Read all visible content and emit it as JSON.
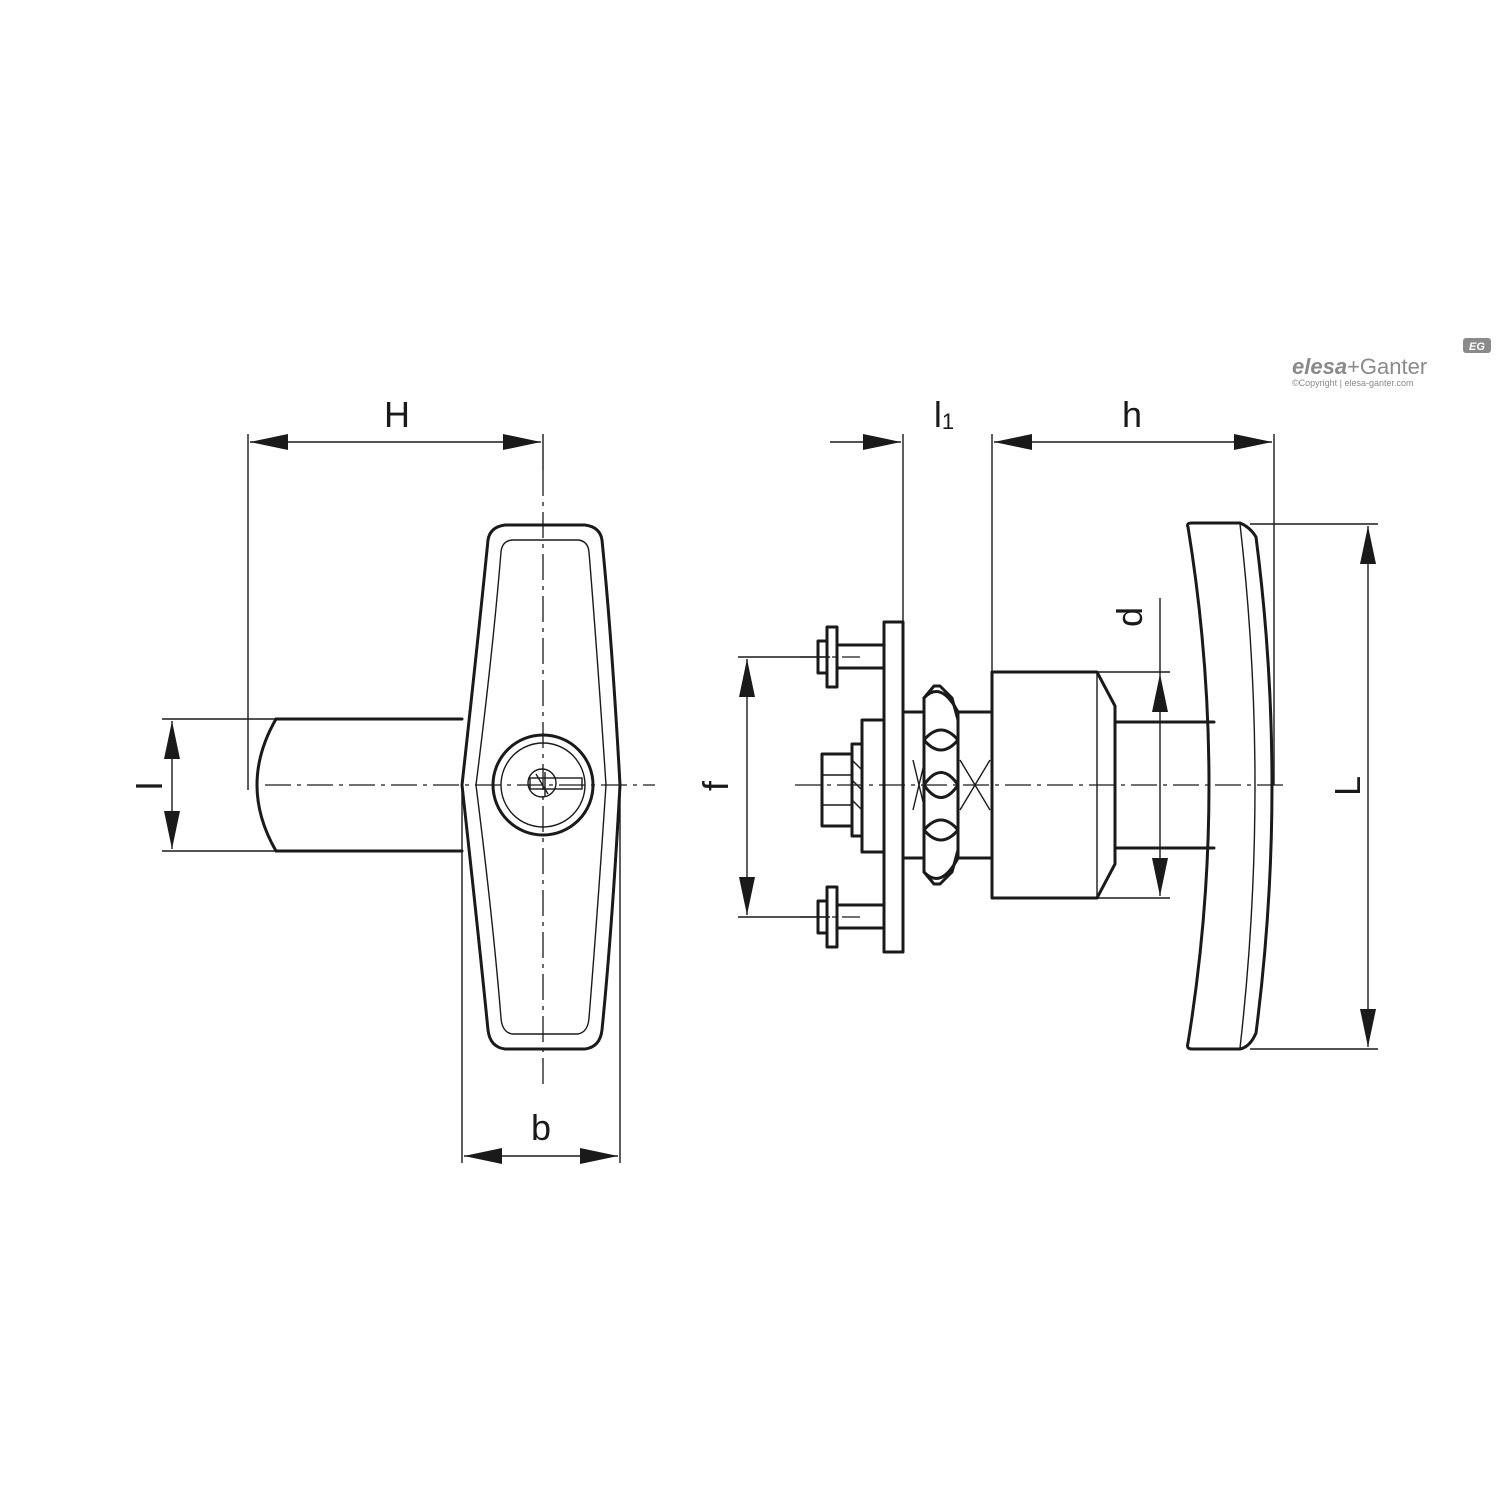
{
  "dimensions": {
    "H": "H",
    "l": "l",
    "b": "b",
    "l1": "l",
    "l1_sub": "1",
    "h": "h",
    "d": "d",
    "f": "f",
    "L": "L"
  },
  "logo": {
    "brand_a": "elesa",
    "plus": "+",
    "brand_b": "Ganter",
    "badge": "EG",
    "copyright": "©Copyright | elesa-ganter.com"
  },
  "colors": {
    "line": "#1a1a1a",
    "logo": "#8a8a8a"
  }
}
